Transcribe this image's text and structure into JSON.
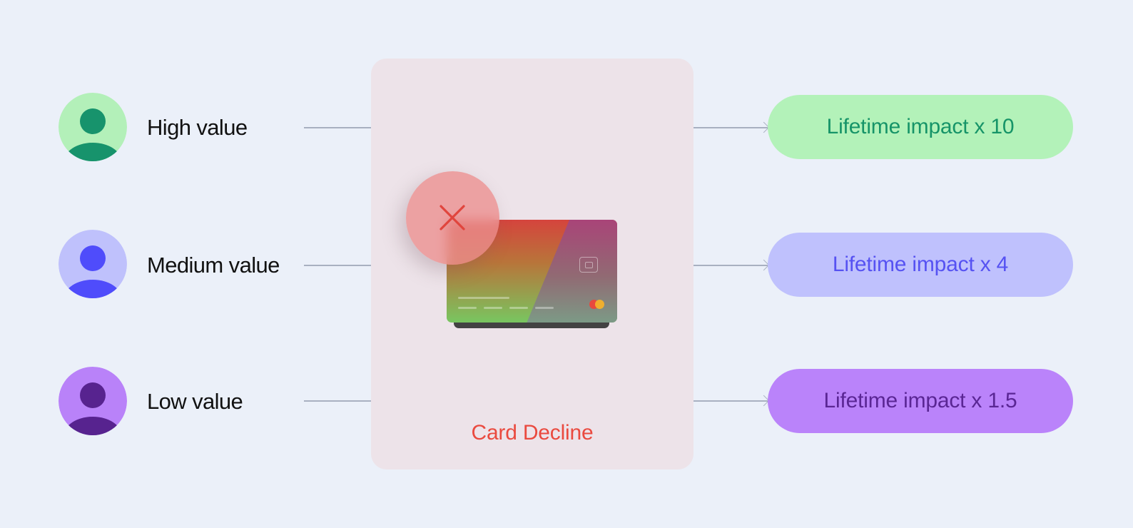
{
  "segments": [
    {
      "label": "High value",
      "avatar_bg": "#b3f0b9",
      "avatar_fg": "#17936c",
      "impact": {
        "label": "Lifetime impact x 10",
        "bg": "#b3f2b9",
        "fg": "#169468"
      }
    },
    {
      "label": "Medium value",
      "avatar_bg": "#bfc1fc",
      "avatar_fg": "#4f4cfb",
      "impact": {
        "label": "Lifetime impact x 4",
        "bg": "#bfc1fd",
        "fg": "#5652f2"
      }
    },
    {
      "label": "Low value",
      "avatar_bg": "#b982f9",
      "avatar_fg": "#57238f",
      "impact": {
        "label": "Lifetime impact x 1.5",
        "bg": "#ba83fa",
        "fg": "#5a2694"
      }
    }
  ],
  "center": {
    "title": "Card Decline",
    "title_color": "#ea4a3f",
    "icon": "close-icon",
    "card_icon": "credit-card-icon"
  },
  "colors": {
    "background": "#ebf0f9",
    "panel": "#ede3e9",
    "connector": "#a8b0c1"
  }
}
